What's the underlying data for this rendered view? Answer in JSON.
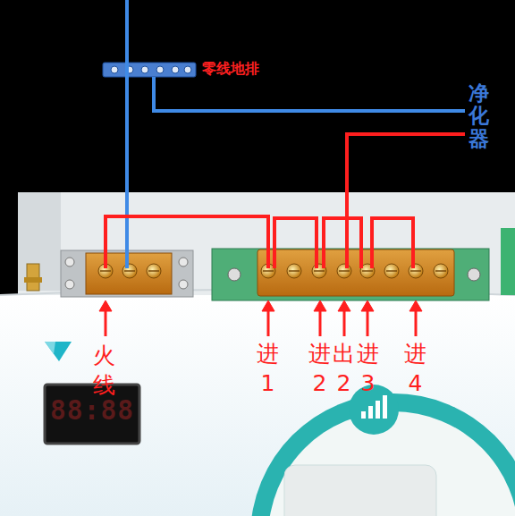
{
  "diagram": {
    "labels": [
      "零线地排",
      "净化器",
      "火线",
      "进 1",
      "进 2",
      "出 2",
      "进 3",
      "进 4",
      "88:88"
    ]
  }
}
